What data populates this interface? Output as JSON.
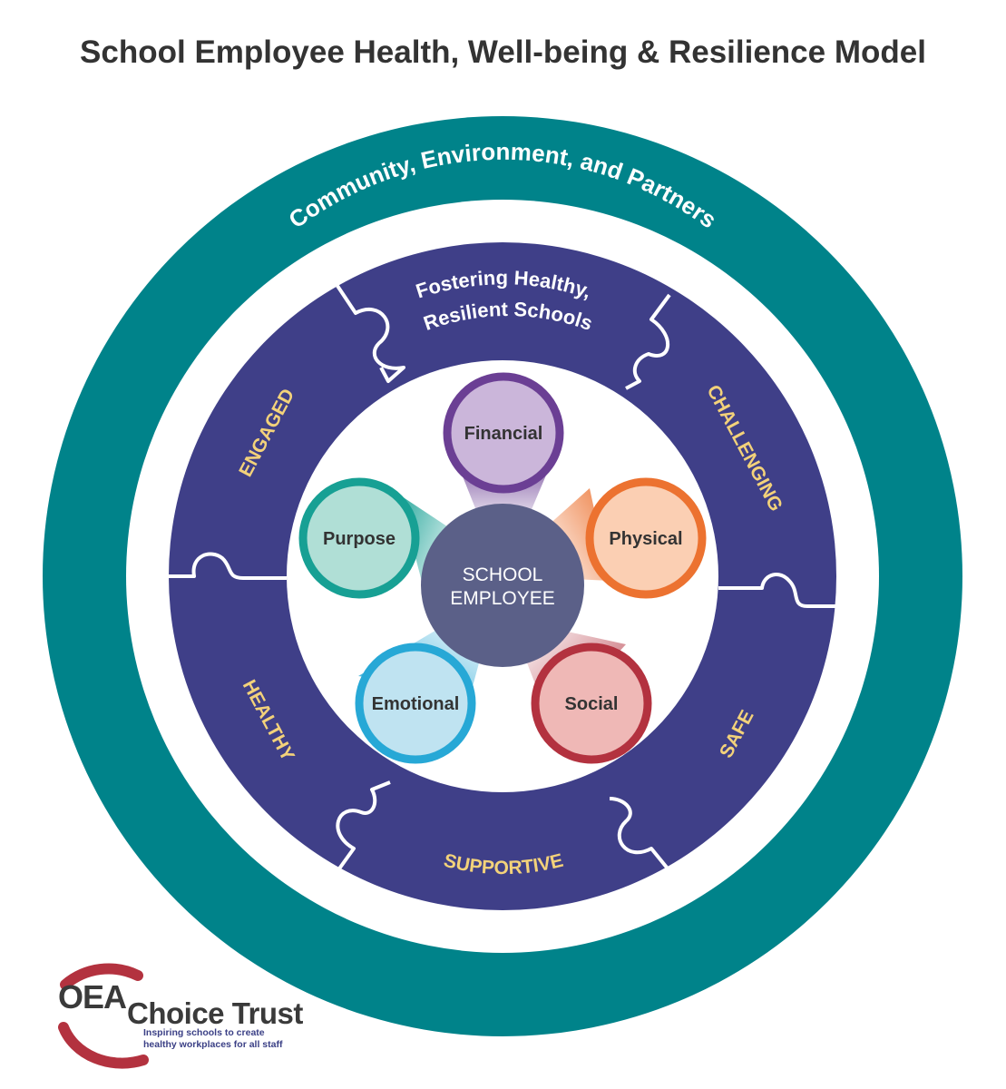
{
  "title": "School Employee Health, Well-being & Resilience Model",
  "outer_ring": {
    "label": "Community, Environment, and Partners",
    "color": "#00838a"
  },
  "middle_ring": {
    "color": "#3f3f88",
    "top_label_line1": "Fostering Healthy,",
    "top_label_line2": "Resilient Schools",
    "label_color": "#f3d27a",
    "segments": {
      "engaged": "ENGAGED",
      "challenging": "CHALLENGING",
      "healthy": "HEALTHY",
      "safe": "SAFE",
      "supportive": "SUPPORTIVE"
    }
  },
  "center": {
    "line1": "SCHOOL",
    "line2": "EMPLOYEE",
    "color": "#5b6088"
  },
  "dimensions": {
    "financial": {
      "label": "Financial",
      "ring": "#6b3f94",
      "fill": "#cbb6da"
    },
    "physical": {
      "label": "Physical",
      "ring": "#ec7230",
      "fill": "#fbcfb3"
    },
    "social": {
      "label": "Social",
      "ring": "#b3323f",
      "fill": "#efb8b6"
    },
    "emotional": {
      "label": "Emotional",
      "ring": "#27a8d6",
      "fill": "#bfe3f1"
    },
    "purpose": {
      "label": "Purpose",
      "ring": "#17a094",
      "fill": "#b0dfd6"
    }
  },
  "logo": {
    "oea": "OEA",
    "trust": "Choice Trust",
    "tagline_line1": "Inspiring schools to create",
    "tagline_line2": "healthy workplaces for all staff",
    "arc_color": "#b3323f"
  }
}
